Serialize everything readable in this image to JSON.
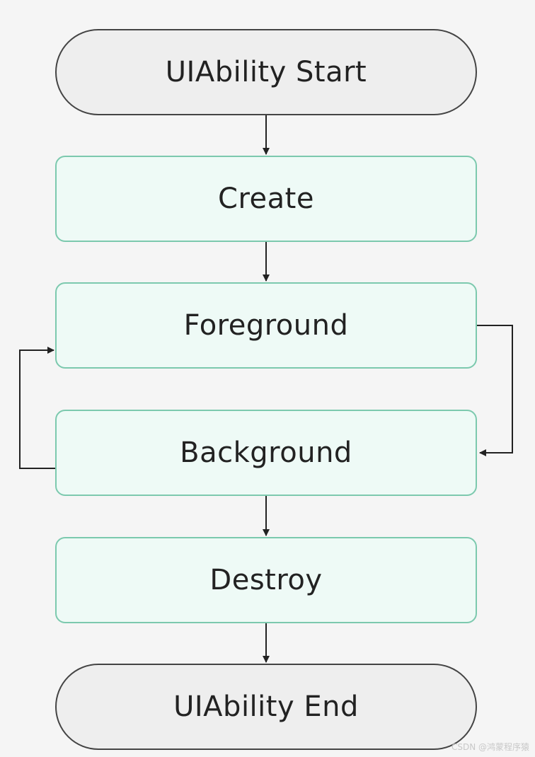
{
  "diagram": {
    "nodes": {
      "start": "UIAbility Start",
      "create": "Create",
      "foreground": "Foreground",
      "background": "Background",
      "destroy": "Destroy",
      "end": "UIAbility End"
    },
    "edges": [
      {
        "from": "start",
        "to": "create"
      },
      {
        "from": "create",
        "to": "foreground"
      },
      {
        "from": "foreground",
        "to": "background"
      },
      {
        "from": "background",
        "to": "foreground"
      },
      {
        "from": "background",
        "to": "destroy"
      },
      {
        "from": "destroy",
        "to": "end"
      }
    ],
    "colors": {
      "background": "#f5f5f5",
      "terminal_fill": "#eeeeee",
      "terminal_border": "#444444",
      "state_fill": "#eefaf6",
      "state_border": "#7cc9ae",
      "connector": "#222222"
    }
  },
  "watermark": "CSDN @鸿蒙程序猿"
}
